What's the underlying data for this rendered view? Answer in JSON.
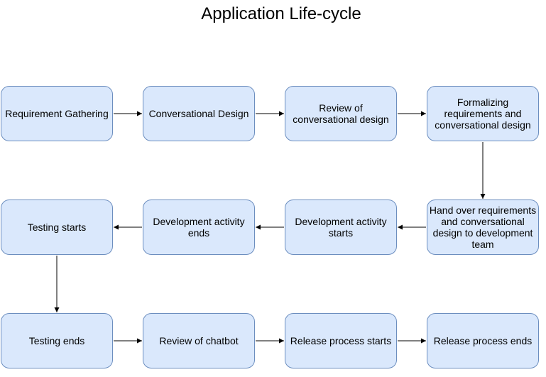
{
  "title": "Application Life-cycle",
  "nodes": [
    "Requirement Gathering",
    "Conversational Design",
    "Review of conversational design",
    "Formalizing requirements and conversational design",
    "Hand over requirements and conversational design to development team",
    "Development activity starts",
    "Development activity ends",
    "Testing starts",
    "Testing ends",
    "Review of chatbot",
    "Release process starts",
    "Release process ends"
  ],
  "colors": {
    "node_fill": "#dae8fc",
    "node_stroke": "#6c8ebf",
    "arrow": "#000000"
  }
}
